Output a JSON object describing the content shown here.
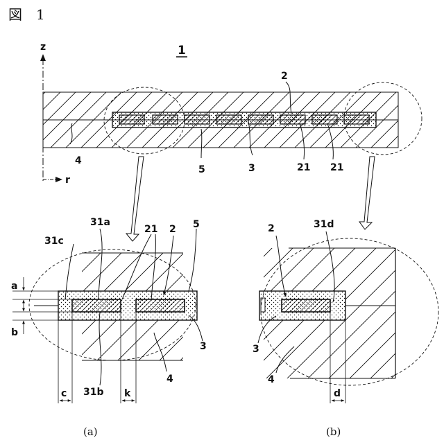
{
  "figure_title": "図　1",
  "axes": {
    "z": "z",
    "r": "r"
  },
  "main_view": {
    "assembly_label": "1",
    "labels": {
      "l2": "2",
      "l4": "4",
      "l5": "5",
      "l3": "3",
      "l21a": "21",
      "l21b": "21"
    }
  },
  "detail_a": {
    "caption": "(a)",
    "labels": {
      "l31c": "31c",
      "l31a": "31a",
      "l21": "21",
      "l2": "2",
      "l5": "5",
      "la": "a",
      "lb": "b",
      "l3": "3",
      "l4": "4",
      "lc": "c",
      "l31b": "31b",
      "lk": "k"
    }
  },
  "detail_b": {
    "caption": "(b)",
    "labels": {
      "l2": "2",
      "l31d": "31d",
      "l3": "3",
      "l4": "4",
      "ld": "d"
    }
  },
  "colors": {
    "ink": "#111111",
    "background": "#ffffff"
  }
}
